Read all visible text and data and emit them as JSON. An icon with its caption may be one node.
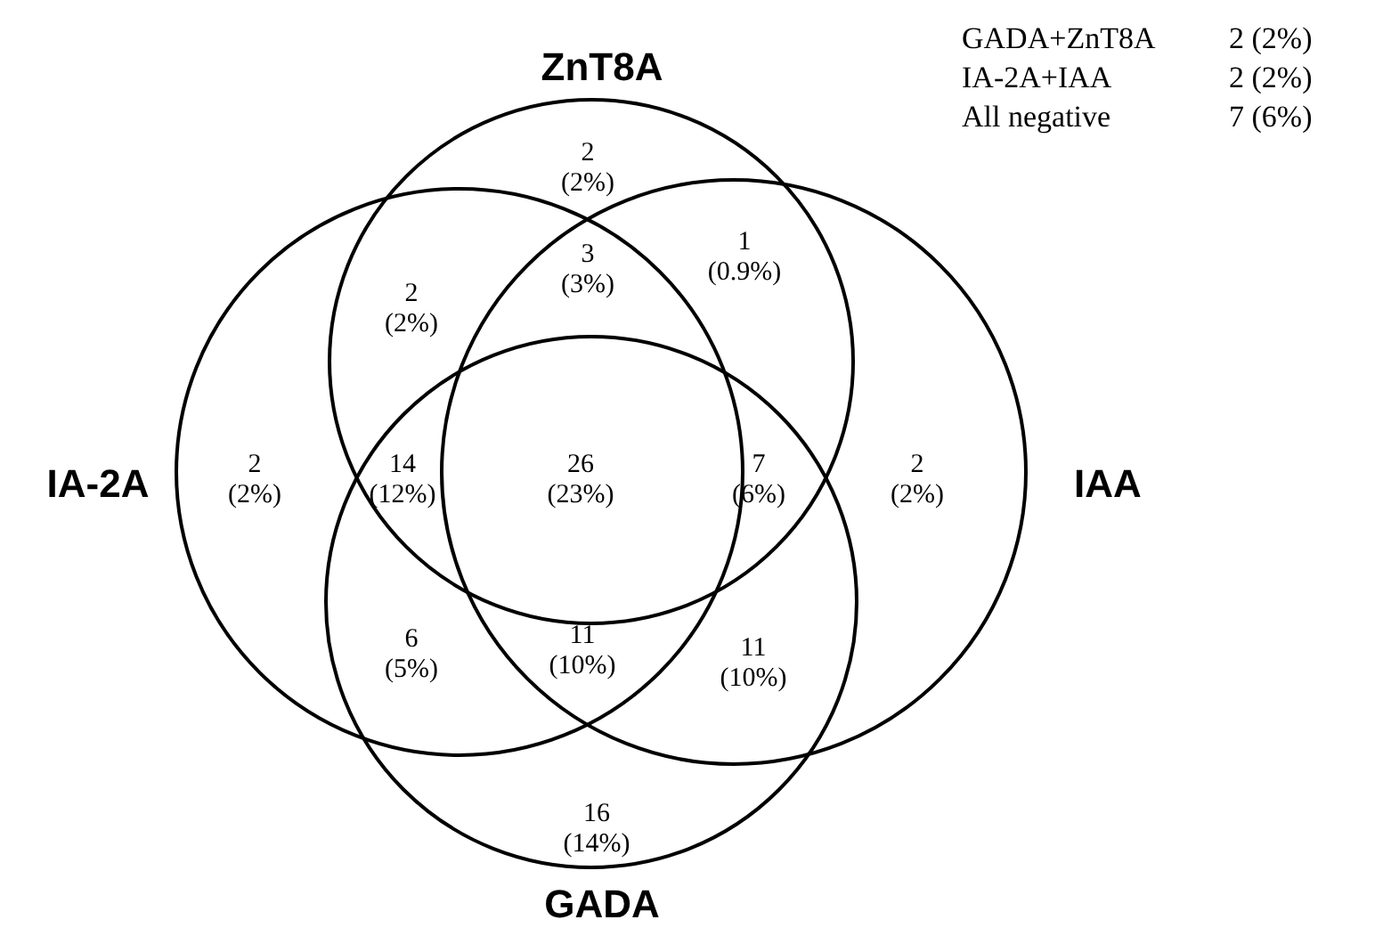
{
  "diagram": {
    "nodes": [
      {
        "text": [
          "ZnT8A"
        ]
      },
      {
        "text": [
          "IA-2A"
        ]
      },
      {
        "text": [
          "IAA"
        ]
      },
      {
        "text": [
          "GADA"
        ]
      }
    ],
    "labels": [
      "2 (2%)",
      "2 (2%)",
      "3 (3%)",
      "1 (0.9%)",
      "2 (2%)",
      "14 (12%)",
      "26 (23%)",
      "7 (6%)",
      "2 (2%)",
      "6 (5%)",
      "11 (10%)",
      "11 (10%)",
      "16 (14%)",
      "GADA+ZnT8A",
      "2 (2%)",
      "IA-2A+IAA",
      "2 (2%)",
      "All negative",
      "7 (6%)"
    ]
  }
}
